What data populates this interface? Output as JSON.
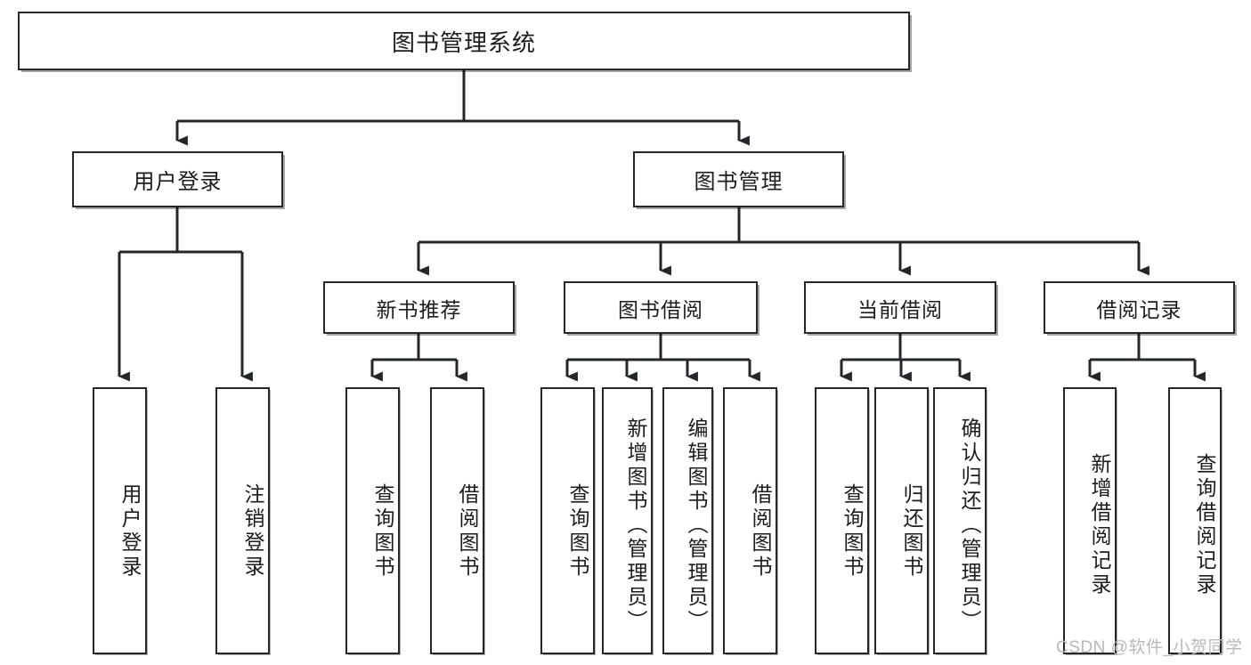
{
  "diagram": {
    "title": "图书管理系统",
    "watermark": "CSDN @软件_小贺同学",
    "colors": {
      "box_border": "#23272b",
      "box_fill": "#ffffff",
      "connector": "#23272b",
      "text": "#1c1c1c",
      "watermark": "#b9b9b9"
    },
    "nodes": {
      "root": {
        "label": "图书管理系统"
      },
      "level2": [
        {
          "label": "用户登录"
        },
        {
          "label": "图书管理"
        }
      ],
      "level3": [
        {
          "label": "新书推荐"
        },
        {
          "label": "图书借阅"
        },
        {
          "label": "当前借阅"
        },
        {
          "label": "借阅记录"
        }
      ],
      "leaves_user_login": [
        {
          "label": "用户登录"
        },
        {
          "label": "注销登录"
        }
      ],
      "leaves_new_book": [
        {
          "label": "查询图书"
        },
        {
          "label": "借阅图书"
        }
      ],
      "leaves_borrow_book": [
        {
          "label": "查询图书"
        },
        {
          "label": "新增图书（管理员）"
        },
        {
          "label": "编辑图书（管理员）"
        },
        {
          "label": "借阅图书"
        }
      ],
      "leaves_current_borrow": [
        {
          "label": "查询图书"
        },
        {
          "label": "归还图书"
        },
        {
          "label": "确认归还（管理员）"
        }
      ],
      "leaves_borrow_record": [
        {
          "label": "新增借阅记录"
        },
        {
          "label": "查询借阅记录"
        }
      ]
    }
  }
}
